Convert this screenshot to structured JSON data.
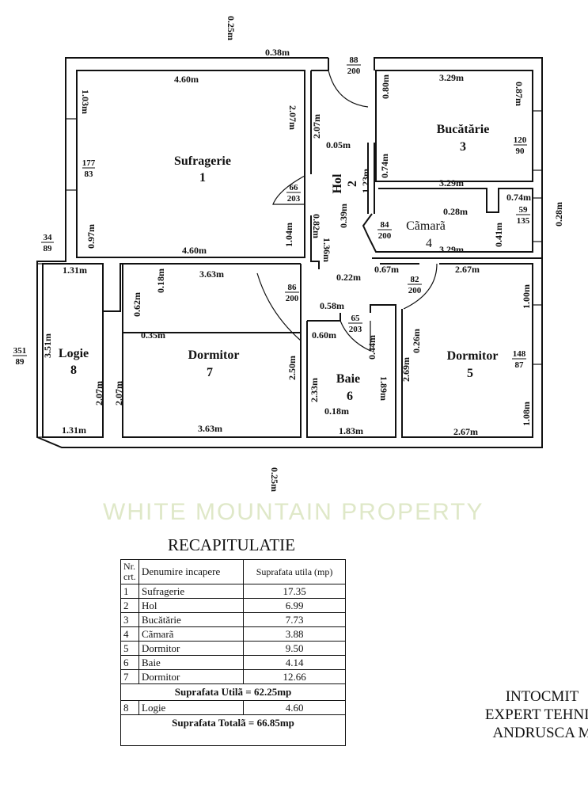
{
  "plan": {
    "rooms": [
      {
        "name": "Sufragerie",
        "nr": "1"
      },
      {
        "name": "Hol",
        "nr": "2"
      },
      {
        "name": "Bucătărie",
        "nr": "3"
      },
      {
        "name": "Cãmarã",
        "nr": "4"
      },
      {
        "name": "Dormitor",
        "nr": "5"
      },
      {
        "name": "Baie",
        "nr": "6"
      },
      {
        "name": "Dormitor",
        "nr": "7"
      },
      {
        "name": "Logie",
        "nr": "8"
      }
    ],
    "dims": [
      "0.25m",
      "0.38m",
      "4.60m",
      "1.03m",
      "2.07m",
      "2.07m",
      "3.29m",
      "0.80m",
      "0.87m",
      "0.05m",
      "0.74m",
      "1.23m",
      "3.29m",
      "0.74m",
      "0.28m",
      "0.28m",
      "0.41m",
      "3.29m",
      "0.39m",
      "0.82m",
      "1.36m",
      "0.97m",
      "1.04m",
      "4.60m",
      "1.31m",
      "3.63m",
      "0.22m",
      "0.67m",
      "2.67m",
      "0.18m",
      "1.00m",
      "0.62m",
      "0.58m",
      "0.35m",
      "0.60m",
      "0.26m",
      "3.51m",
      "0.44m",
      "2.50m",
      "2.33m",
      "1.89m",
      "2.69m",
      "2.07m",
      "2.07m",
      "0.18m",
      "1.08m",
      "1.31m",
      "3.63m",
      "1.83m",
      "2.67m",
      "0.25m"
    ],
    "openings": [
      {
        "w": "88",
        "h": "200"
      },
      {
        "w": "177",
        "h": "83"
      },
      {
        "w": "120",
        "h": "90"
      },
      {
        "w": "66",
        "h": "203"
      },
      {
        "w": "59",
        "h": "135"
      },
      {
        "w": "84",
        "h": "200"
      },
      {
        "w": "34",
        "h": "89"
      },
      {
        "w": "86",
        "h": "200"
      },
      {
        "w": "82",
        "h": "200"
      },
      {
        "w": "65",
        "h": "203"
      },
      {
        "w": "351",
        "h": "89"
      },
      {
        "w": "148",
        "h": "87"
      }
    ],
    "watermark": "WHITE MOUNTAIN PROPERTY"
  },
  "summary": {
    "title": "RECAPITULATIE",
    "headers": {
      "nr": "Nr. crt.",
      "name": "Denumire incapere",
      "area": "Suprafata utila (mp)"
    },
    "rows": [
      {
        "nr": "1",
        "name": "Sufragerie",
        "area": "17.35"
      },
      {
        "nr": "2",
        "name": "Hol",
        "area": "6.99"
      },
      {
        "nr": "3",
        "name": "Bucătărie",
        "area": "7.73"
      },
      {
        "nr": "4",
        "name": "Cãmarã",
        "area": "3.88"
      },
      {
        "nr": "5",
        "name": "Dormitor",
        "area": "9.50"
      },
      {
        "nr": "6",
        "name": "Baie",
        "area": "4.14"
      },
      {
        "nr": "7",
        "name": "Dormitor",
        "area": "12.66"
      }
    ],
    "useful_total": "Suprafata Utilã = 62.25mp",
    "extra_row": {
      "nr": "8",
      "name": "Logie",
      "area": "4.60"
    },
    "grand_total": "Suprafata Totalã = 66.85mp"
  },
  "signature": {
    "line1": "INTOCMIT",
    "line2": "EXPERT TEHNIC",
    "line3": "ANDRUSCA M"
  }
}
